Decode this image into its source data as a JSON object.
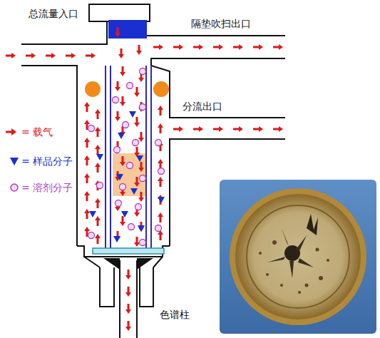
{
  "diagram": {
    "labels": [
      "总流量入口",
      "隔垫吹扫出口",
      "分流出口",
      "色谱柱"
    ],
    "legend": [
      {
        "text": "= 载气"
      },
      {
        "text": "= 样品分子"
      },
      {
        "text": "= 溶剂分子"
      }
    ]
  }
}
